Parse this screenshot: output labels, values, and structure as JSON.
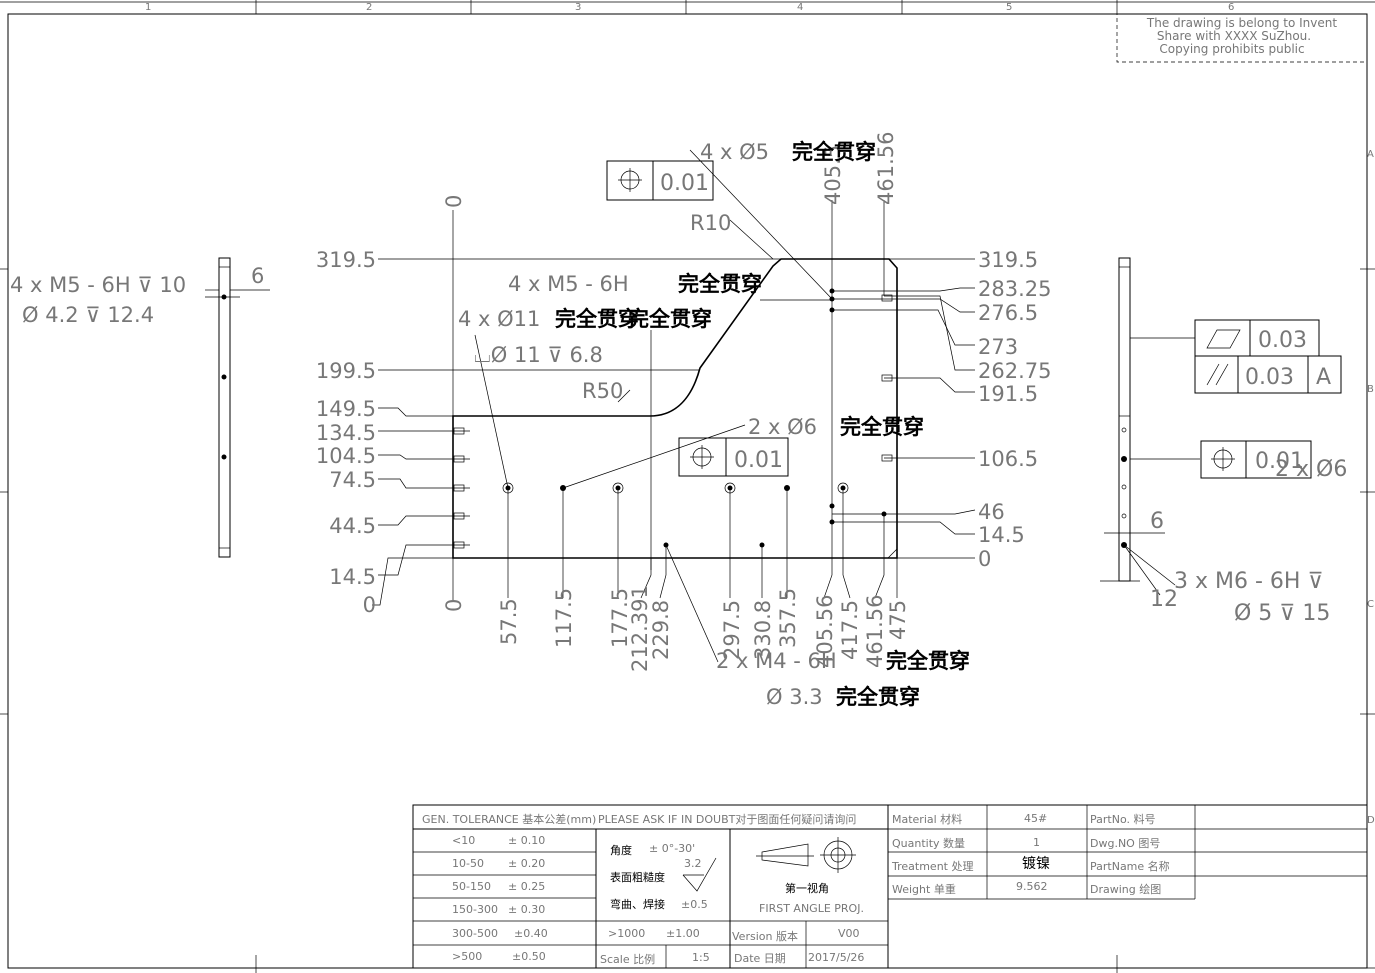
{
  "notice": {
    "line1": "The drawing is belong to Invent",
    "line2": "Share with XXXX SuZhou.",
    "line3": "Copying prohibits public"
  },
  "zones": {
    "cols": [
      "1",
      "2",
      "3",
      "4",
      "5",
      "6"
    ],
    "rows": [
      "A",
      "B",
      "C",
      "D"
    ]
  },
  "front": {
    "dims_left": [
      "319.5",
      "199.5",
      "149.5",
      "134.5",
      "104.5",
      "74.5",
      "44.5",
      "14.5",
      "0"
    ],
    "dims_right": [
      "319.5",
      "283.25",
      "276.5",
      "273",
      "262.75",
      "191.5",
      "106.5",
      "46",
      "14.5",
      "0"
    ],
    "dims_bottom": [
      "0",
      "57.5",
      "117.5",
      "177.5",
      "212.391",
      "229.8",
      "297.5",
      "330.8",
      "357.5",
      "405.56",
      "417.5",
      "461.56",
      "475"
    ],
    "dims_top": [
      "405.5",
      "461.56"
    ],
    "top_zero": "0",
    "r10": "R10",
    "r50": "R50",
    "note_holes5": "4 x Ø5",
    "note_m5": "4 x M5 - 6H",
    "note_cb_a": "4 x Ø11",
    "note_cb_b": "⌴Ø 11 ⊽ 6.8",
    "note_holes6": "2 x Ø6",
    "note_m4a": "2 x M4 - 6H",
    "note_m4b": "Ø 3.3",
    "thru": "完全贯穿",
    "gdt_a": "0.01",
    "gdt_b": "0.01"
  },
  "left_side": {
    "note_a": "4 x M5 - 6H ⊽ 10",
    "note_b": "Ø 4.2 ⊽ 12.4",
    "dim": "6"
  },
  "right_side": {
    "flat": "0.03",
    "par": "0.03",
    "datum": "A",
    "pos": "0.01",
    "note_holes": "2 x Ø6",
    "dim6": "6",
    "dim12": "12",
    "note_m6a": "3 x M6 - 6H ⊽",
    "note_m6b": "Ø 5 ⊽ 15"
  },
  "title_block": {
    "tol_head": "GEN. TOLERANCE 基本公差(mm)",
    "ask": "PLEASE ASK IF IN DOUBT对于图面任何疑问请询问",
    "tolerances": [
      {
        "range": "<10",
        "tol": "± 0.10"
      },
      {
        "range": "10-50",
        "tol": "± 0.20"
      },
      {
        "range": "50-150",
        "tol": "± 0.25"
      },
      {
        "range": "150-300",
        "tol": "± 0.30"
      },
      {
        "range": "300-500",
        "tol": "±0.40"
      },
      {
        "range": ">500",
        "tol": "±0.50"
      }
    ],
    "angle_label": "角度",
    "angle_val": "± 0°-30'",
    "rough_label": "表面粗糙度",
    "rough_val": "3.2",
    "bend_label": "弯曲、焊接",
    "bend_val": "±0.5",
    "over1000": ">1000",
    "over1000_val": "±1.00",
    "scale_label": "Scale 比例",
    "scale_val": "1:5",
    "proj_cn": "第一视角",
    "proj_en": "FIRST ANGLE PROJ.",
    "version_label": "Version 版本",
    "version_val": "V00",
    "date_label": "Date  日期",
    "date_val": "2017/5/26",
    "material_label": "Material  材料",
    "material_val": "45#",
    "quantity_label": "Quantity  数量",
    "quantity_val": "1",
    "treatment_label": "Treatment 处理",
    "treatment_val": "镀镍",
    "weight_label": "Weight   单重",
    "weight_val": "9.562",
    "partno_label": "PartNo.   料号",
    "dwgno_label": "Dwg.NO    图号",
    "partname_label": "PartName  名称",
    "drawing_label": "Drawing   绘图"
  }
}
